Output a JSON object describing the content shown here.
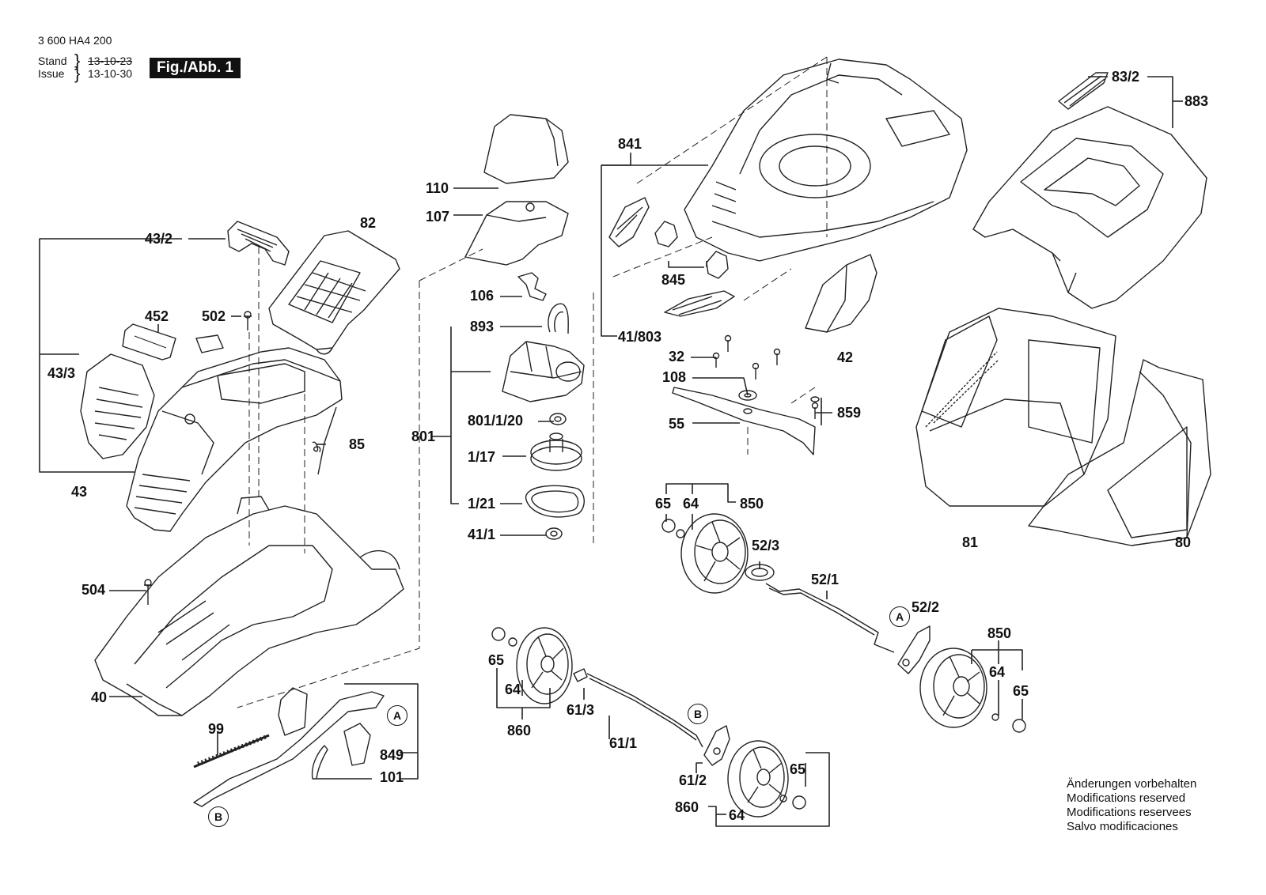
{
  "header": {
    "doc_number": "3 600 HA4 200",
    "stand_label": "Stand",
    "issue_label": "Issue",
    "stand_date": "13-10-23",
    "issue_date": "13-10-30",
    "figure_label": "Fig./Abb. 1"
  },
  "callouts": {
    "c43_2": "43/2",
    "c82": "82",
    "c452": "452",
    "c502": "502",
    "c43_3": "43/3",
    "c43": "43",
    "c85": "85",
    "c504": "504",
    "c40": "40",
    "c99": "99",
    "c849": "849",
    "c101": "101",
    "c110": "110",
    "c107": "107",
    "c106": "106",
    "c893": "893",
    "c801": "801",
    "c801_1_20": "801/1/20",
    "c1_17": "1/17",
    "c1_21": "1/21",
    "c41_1": "41/1",
    "c841": "841",
    "c845": "845",
    "c41_803": "41/803",
    "c32": "32",
    "c108": "108",
    "c55": "55",
    "c859": "859",
    "c42": "42",
    "c83_2": "83/2",
    "c883": "883",
    "c81": "81",
    "c80": "80",
    "c65_a": "65",
    "c64_a": "64",
    "c850_a": "850",
    "c52_3": "52/3",
    "c52_1": "52/1",
    "c52_2": "52/2",
    "c850_b": "850",
    "c64_b": "64",
    "c65_b": "65",
    "c65_c": "65",
    "c64_c": "64",
    "c860_a": "860",
    "c61_3": "61/3",
    "c61_1": "61/1",
    "c61_2": "61/2",
    "c65_d": "65",
    "c860_b": "860",
    "c64_d": "64"
  },
  "markers": {
    "a1": "A",
    "a2": "A",
    "b1": "B",
    "b2": "B"
  },
  "notes": [
    "Änderungen vorbehalten",
    "Modifications reserved",
    "Modifications reservees",
    "Salvo modificaciones"
  ]
}
